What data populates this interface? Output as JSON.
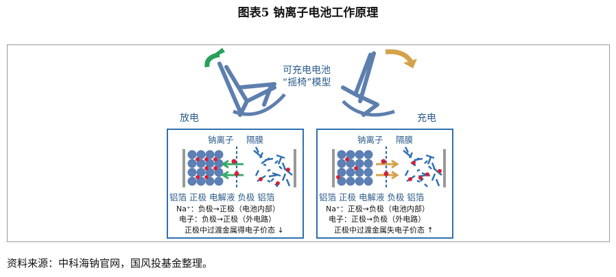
{
  "title": "图表5  钠离子电池工作原理",
  "center_label": {
    "line1": "可充电电池",
    "line2": "“摇椅”模型"
  },
  "discharge_label": "放电",
  "charge_label": "充电",
  "panels": [
    {
      "ion_label": "钠离子",
      "separator_label": "隔膜",
      "layers": "铝箔 正极 电解液 负极 铝箔",
      "line1": "Na⁺：负极→正极（电池内部）",
      "line2": "电子：负极→正极（外电路）",
      "line3": "正极中过渡金属得电子价态 ↓",
      "arrow_color": "#3aa86b"
    },
    {
      "ion_label": "钠离子",
      "separator_label": "隔膜",
      "layers": "铝箔 正极 电解液 负极 铝箔",
      "line1": "Na⁺：正极→负极（电池内部）",
      "line2": "电子：正极→负极（外电路）",
      "line3": "正极中过渡金属失电子价态 ↑",
      "arrow_color": "#d4a24a"
    }
  ],
  "source": "资料来源：中科海钠官网，国风投基金整理。"
}
